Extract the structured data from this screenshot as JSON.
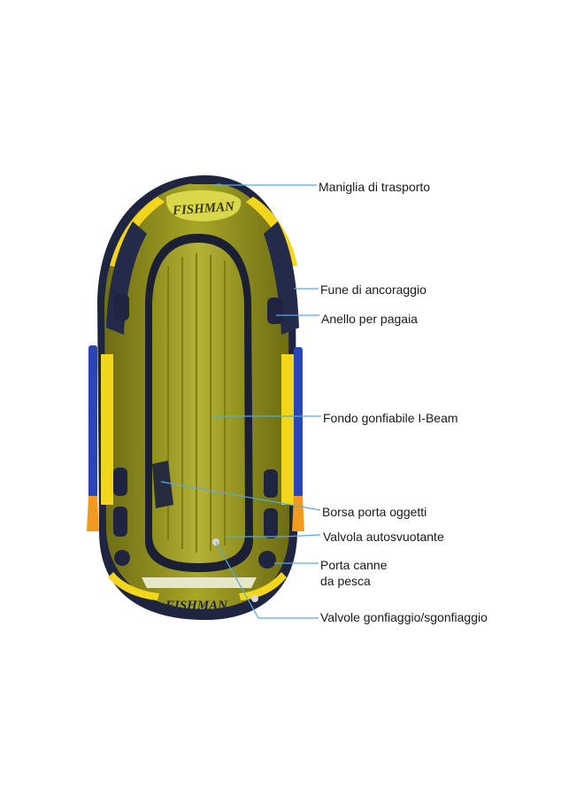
{
  "colors": {
    "hull_green": "#9a9a1e",
    "hull_dark_green": "#6e6d14",
    "floor_green": "#a6a52a",
    "rim_dark": "#1f2540",
    "accent_yellow": "#f3d51b",
    "accent_blue": "#2b45b8",
    "accent_orange": "#f19a1e",
    "leader_line": "#5aa9dc"
  },
  "boat": {
    "brand_top": "FISHMAN",
    "brand_bottom": "FISHMAN"
  },
  "callouts": [
    {
      "id": "maniglia",
      "lines": [
        "Maniglia di trasporto"
      ]
    },
    {
      "id": "fune",
      "lines": [
        "Fune di ancoraggio"
      ]
    },
    {
      "id": "anello",
      "lines": [
        "Anello per pagaia"
      ]
    },
    {
      "id": "fondo",
      "lines": [
        "Fondo gonfiabile I-Beam"
      ]
    },
    {
      "id": "borsa",
      "lines": [
        "Borsa porta oggetti"
      ]
    },
    {
      "id": "valvola",
      "lines": [
        "Valvola autosvuotante"
      ]
    },
    {
      "id": "porta",
      "lines": [
        "Porta canne",
        "da pesca"
      ]
    },
    {
      "id": "valvole",
      "lines": [
        "Valvole gonfiaggio/sgonfiaggio"
      ]
    }
  ]
}
